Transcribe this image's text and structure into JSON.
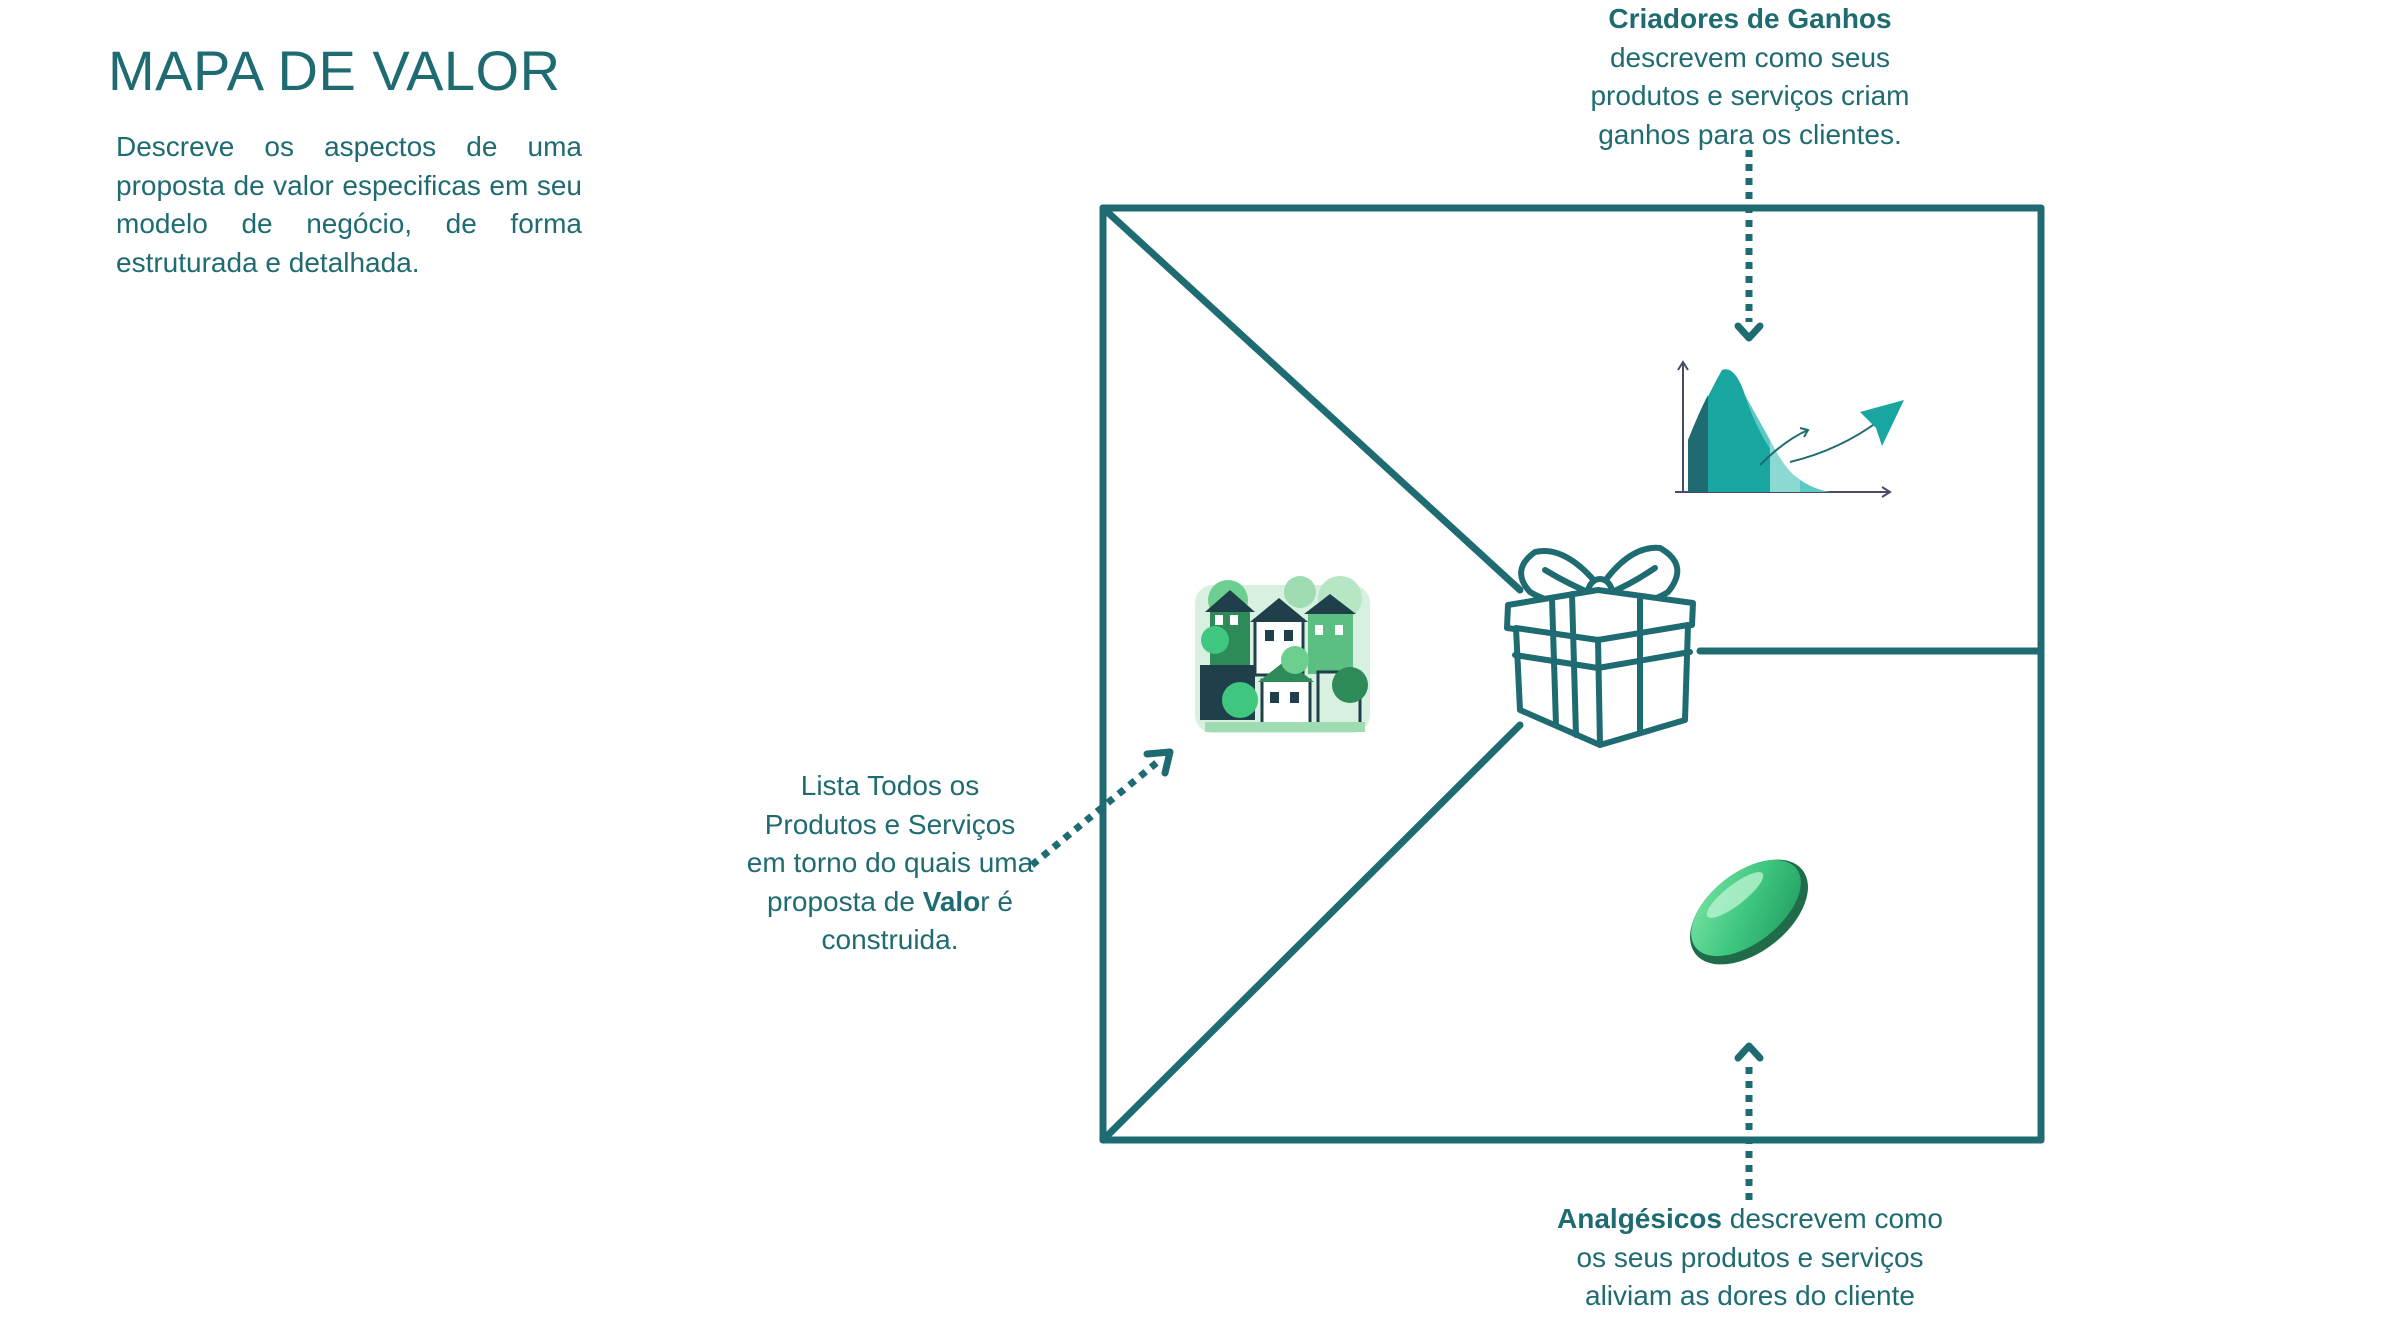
{
  "title": "MAPA DE VALOR",
  "description": "Descreve os aspectos de uma proposta de valor especificas em seu modelo de negócio, de forma estruturada e detalhada.",
  "gain_creators": {
    "bold": "Criadores de Ganhos",
    "text": "descrevem como seus produtos e serviços criam ganhos para os clientes."
  },
  "products_services": {
    "text_before": "Lista Todos os Produtos e Serviços em torno do quais uma proposta de ",
    "bold": "Valo",
    "text_after": "r é construida."
  },
  "pain_relievers": {
    "bold": "Analgésicos",
    "text": " descrevem como os seus produtos e serviços aliviam as dores do cliente"
  },
  "colors": {
    "primary": "#1f6b72",
    "accent_teal": "#1aa6a0",
    "accent_green": "#3fc77f"
  },
  "icons": [
    "chart-icon",
    "gift-icon",
    "town-icon",
    "pill-icon"
  ]
}
